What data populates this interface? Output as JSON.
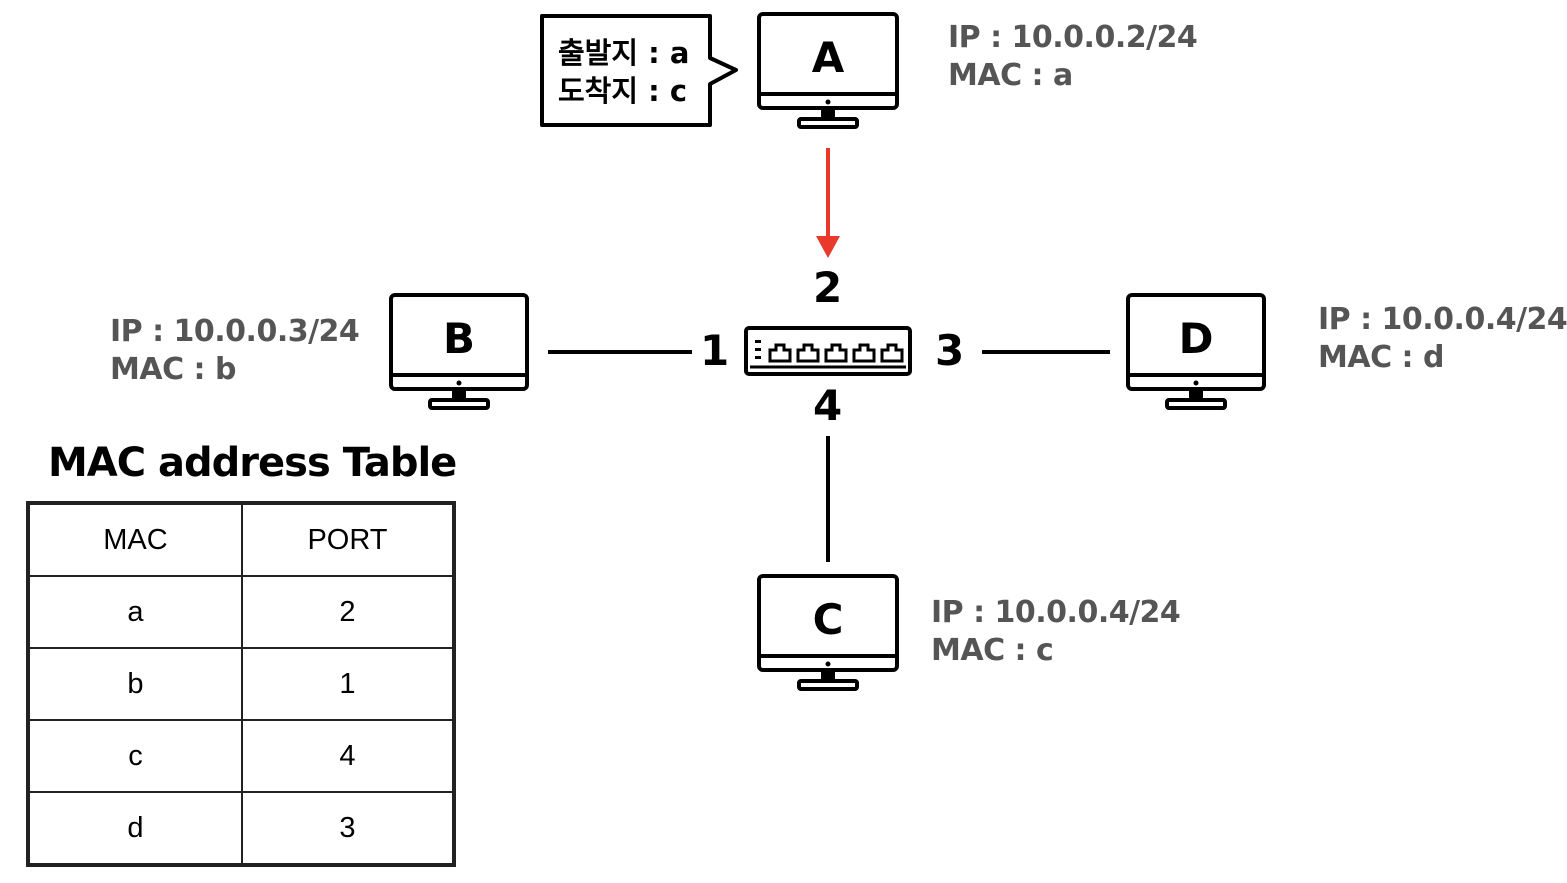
{
  "bubble": {
    "line1": "출발지 : a",
    "line2": "도착지 : c"
  },
  "hosts": {
    "A": {
      "label": "A",
      "ip": "IP : 10.0.0.2/24",
      "mac": "MAC : a"
    },
    "B": {
      "label": "B",
      "ip": "IP : 10.0.0.3/24",
      "mac": "MAC : b"
    },
    "C": {
      "label": "C",
      "ip": "IP : 10.0.0.4/24",
      "mac": "MAC : c"
    },
    "D": {
      "label": "D",
      "ip": "IP : 10.0.0.4/24",
      "mac": "MAC : d"
    }
  },
  "switch_ports": {
    "left": "1",
    "top": "2",
    "right": "3",
    "bottom": "4"
  },
  "arrow_color": "#e8392b",
  "mac_table": {
    "title": "MAC address Table",
    "headers": [
      "MAC",
      "PORT"
    ],
    "rows": [
      [
        "a",
        "2"
      ],
      [
        "b",
        "1"
      ],
      [
        "c",
        "4"
      ],
      [
        "d",
        "3"
      ]
    ]
  }
}
